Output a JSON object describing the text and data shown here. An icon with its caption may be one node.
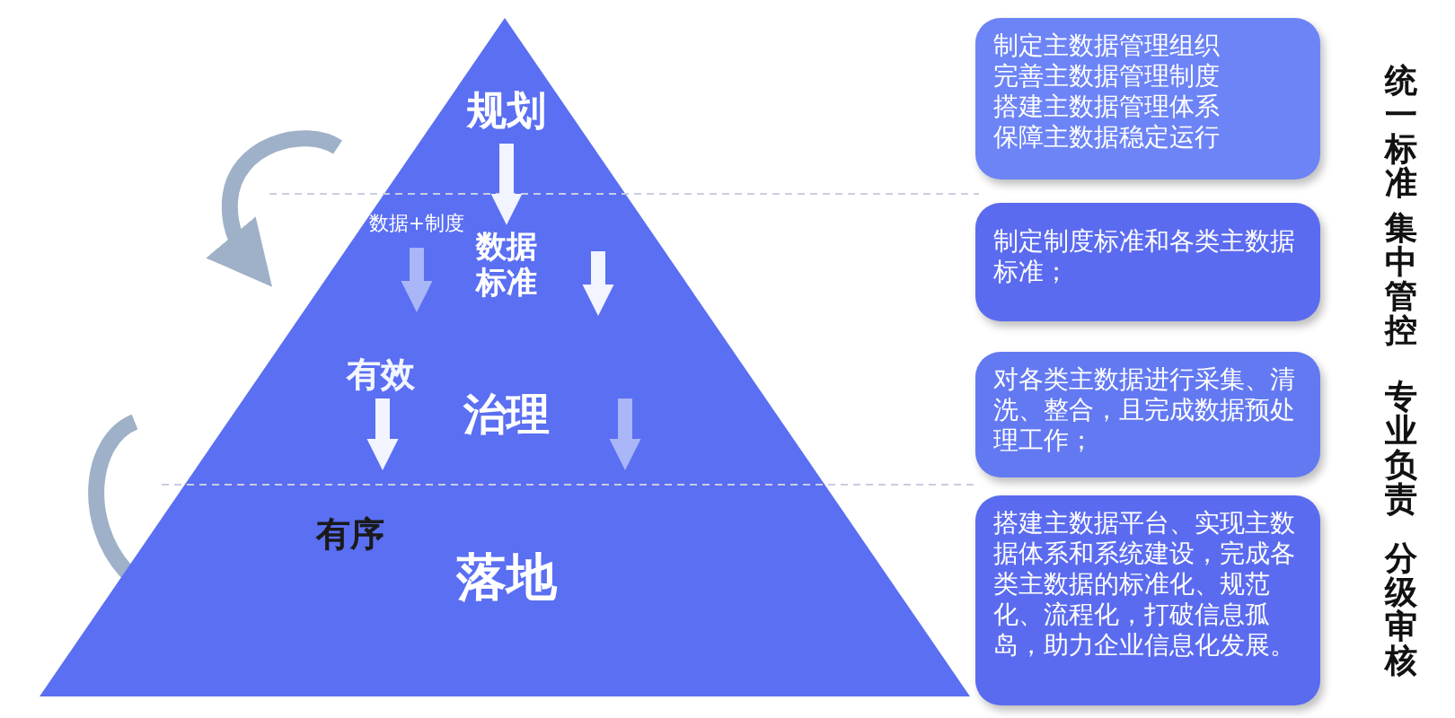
{
  "diagram": {
    "nodes": [
      {
        "text": [],
        "shape": "triangle"
      },
      {
        "text": [
          "规划"
        ],
        "in": 0
      },
      {
        "text": [
          "数据+制度"
        ],
        "in": 0
      },
      {
        "text": [
          "数据标准"
        ],
        "in": 0
      },
      {
        "text": [
          "治理"
        ],
        "in": 0
      },
      {
        "text": [
          "落地"
        ],
        "in": 0
      },
      {
        "text": [
          "制定主数据管理组织完善主数据管理制度搭建主数据管理体系保障主数据稳定运行"
        ]
      },
      {
        "text": [
          "制定制度标准和各类主数据标准；"
        ]
      },
      {
        "text": [
          "对各类主数据进行采集、清洗、整合，且完成数据预处理工作；"
        ]
      },
      {
        "text": [
          "搭建主数据平台、实现主数据体系和系统建设，完成各类主数据的标准化、规范化、流程化，打破信息孤岛，助力企业信息化发展。"
        ]
      }
    ],
    "edges": [
      {
        "from": 1,
        "to": 3,
        "arrow": "to"
      }
    ],
    "labels": [
      "有效",
      "有序",
      "统一标准",
      "集中管控",
      "专业负责",
      "分级审核"
    ]
  }
}
